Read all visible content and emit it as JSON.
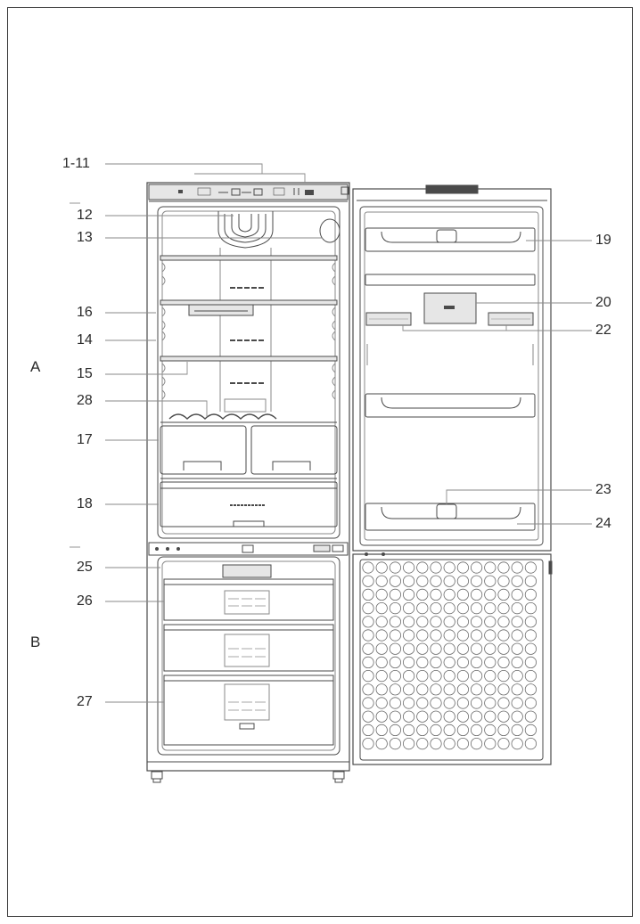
{
  "labels": {
    "l1_11": "1-11",
    "l12": "12",
    "l13": "13",
    "l16": "16",
    "l14": "14",
    "l15": "15",
    "l28": "28",
    "l17": "17",
    "l18": "18",
    "l25": "25",
    "l26": "26",
    "l27": "27",
    "l19": "19",
    "l20": "20",
    "l22": "22",
    "l23": "23",
    "l24": "24"
  },
  "sections": {
    "a": "A",
    "b": "B"
  },
  "colors": {
    "line": "#4a4a4a",
    "light_line": "#8a8a8a",
    "fill": "#e6e6e6"
  }
}
